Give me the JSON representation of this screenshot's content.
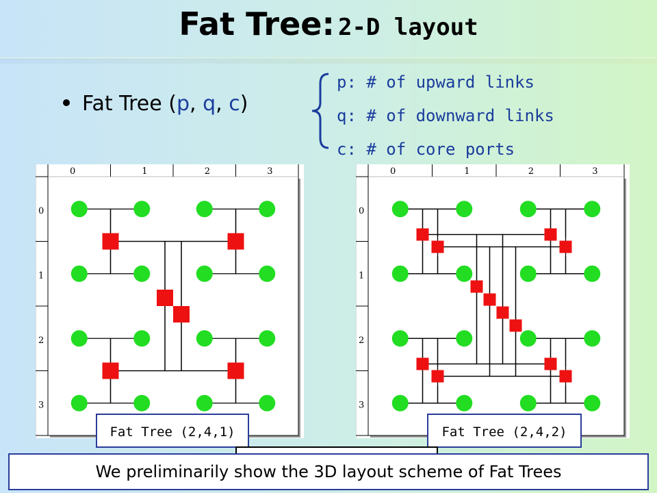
{
  "title": {
    "main": "Fat Tree:",
    "sub": "2-D layout"
  },
  "bullet": {
    "prefix": "Fat Tree (",
    "p": "p",
    "sep1": ", ",
    "q": "q",
    "sep2": ", ",
    "c": "c",
    "suffix": ")"
  },
  "definitions": [
    "p: # of upward links",
    "q: # of downward links",
    "c: # of core ports"
  ],
  "panels": [
    {
      "caption": "Fat Tree (2,4,1)",
      "col_labels": [
        "0",
        "1",
        "2",
        "3"
      ],
      "row_labels": [
        "0",
        "1",
        "2",
        "3"
      ],
      "core_ports": 1
    },
    {
      "caption": "Fat Tree (2,4,2)",
      "col_labels": [
        "0",
        "1",
        "2",
        "3"
      ],
      "row_labels": [
        "0",
        "1",
        "2",
        "3"
      ],
      "core_ports": 2
    }
  ],
  "note": "We preliminarily show the 3D layout scheme of Fat Trees",
  "colors": {
    "node": "#22dd22",
    "switch": "#ee1111",
    "accent": "#1a3c9c",
    "border": "#2a3c9a"
  },
  "icons": {
    "node": "circle",
    "switch": "square",
    "bracket": "curly-brace"
  }
}
